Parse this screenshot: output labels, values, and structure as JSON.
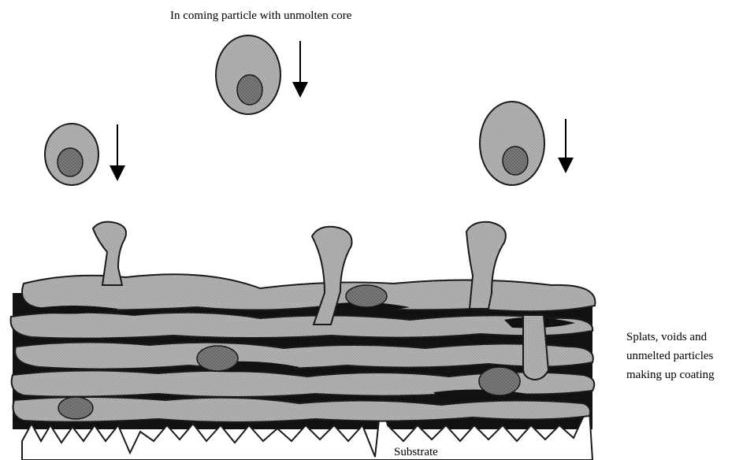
{
  "labels": {
    "incoming": "In coming particle with unmolten core",
    "coating_line1": "Splats, voids and",
    "coating_line2": "unmelted particles",
    "coating_line3": "making up coating",
    "substrate": "Substrate"
  },
  "colors": {
    "splat_fill": "#b4b4b4",
    "core_fill": "#7c7c7c",
    "void_fill": "#111111",
    "substrate_fill": "#ffffff",
    "stroke": "#1a1a1a"
  }
}
